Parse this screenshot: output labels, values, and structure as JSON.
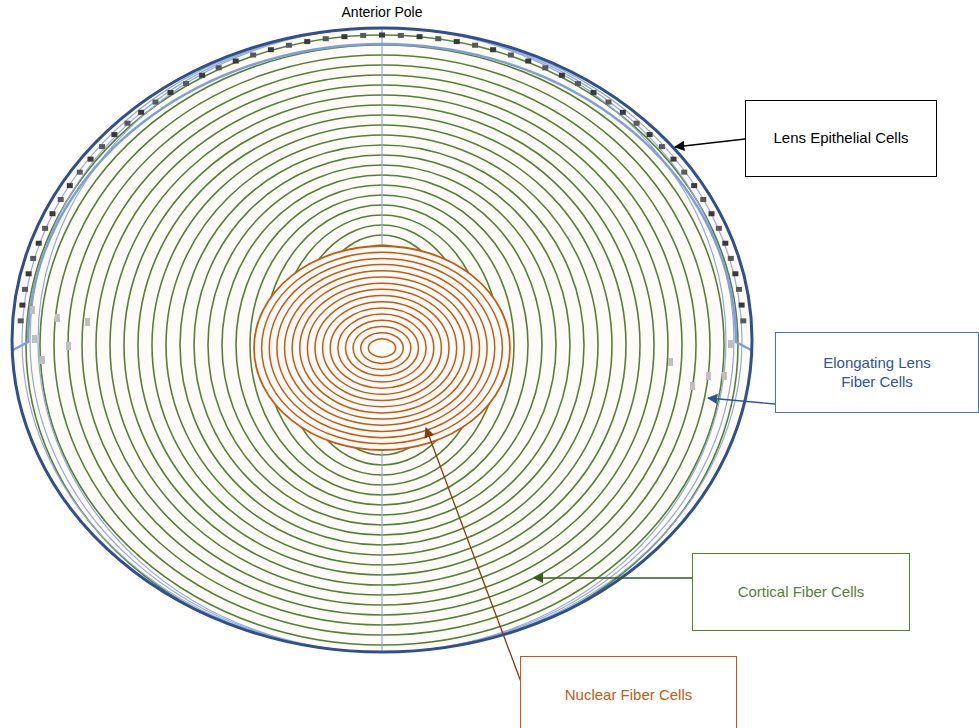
{
  "diagram": {
    "nodes": [
      {
        "text": [
          "Lens Epithelial Cells"
        ]
      },
      {
        "text": [
          "Elongating Lens Fiber Cells"
        ]
      },
      {
        "text": [
          "Cortical Fiber Cells"
        ]
      },
      {
        "text": [
          "Nuclear Fiber Cells"
        ]
      }
    ],
    "edges": [],
    "labels": [
      "Anterior Pole"
    ]
  }
}
